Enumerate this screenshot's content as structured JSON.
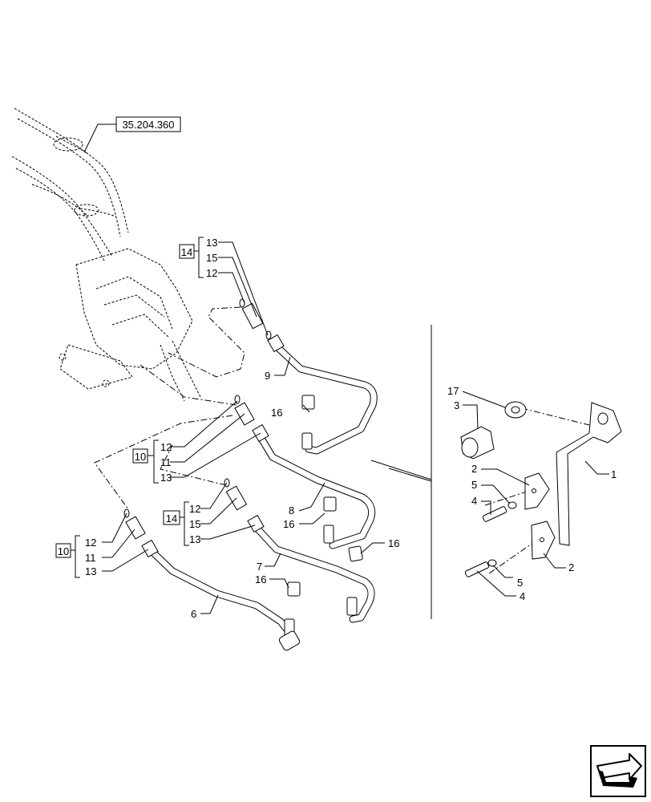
{
  "reference_box": "35.204.360",
  "callouts": [
    {
      "id": "c13a",
      "text": "13"
    },
    {
      "id": "c15a",
      "text": "15"
    },
    {
      "id": "c12a",
      "text": "12"
    },
    {
      "id": "g14a",
      "text": "14"
    },
    {
      "id": "c9",
      "text": "9"
    },
    {
      "id": "c16a",
      "text": "16"
    },
    {
      "id": "c12b",
      "text": "12"
    },
    {
      "id": "c11b",
      "text": "11"
    },
    {
      "id": "c13b",
      "text": "13"
    },
    {
      "id": "g10b",
      "text": "10"
    },
    {
      "id": "c8",
      "text": "8"
    },
    {
      "id": "c16b",
      "text": "16"
    },
    {
      "id": "c12c",
      "text": "12"
    },
    {
      "id": "c15c",
      "text": "15"
    },
    {
      "id": "c13c",
      "text": "13"
    },
    {
      "id": "g14c",
      "text": "14"
    },
    {
      "id": "c16c",
      "text": "16"
    },
    {
      "id": "c7",
      "text": "7"
    },
    {
      "id": "c16d",
      "text": "16"
    },
    {
      "id": "c12d",
      "text": "12"
    },
    {
      "id": "c11d",
      "text": "11"
    },
    {
      "id": "c13d",
      "text": "13"
    },
    {
      "id": "g10d",
      "text": "10"
    },
    {
      "id": "c6",
      "text": "6"
    },
    {
      "id": "c17",
      "text": "17"
    },
    {
      "id": "c3",
      "text": "3"
    },
    {
      "id": "c1",
      "text": "1"
    },
    {
      "id": "c2a",
      "text": "2"
    },
    {
      "id": "c5a",
      "text": "5"
    },
    {
      "id": "c4a",
      "text": "4"
    },
    {
      "id": "c2b",
      "text": "2"
    },
    {
      "id": "c5b",
      "text": "5"
    },
    {
      "id": "c4b",
      "text": "4"
    }
  ],
  "nav_icon": "next-page-arrow-icon"
}
